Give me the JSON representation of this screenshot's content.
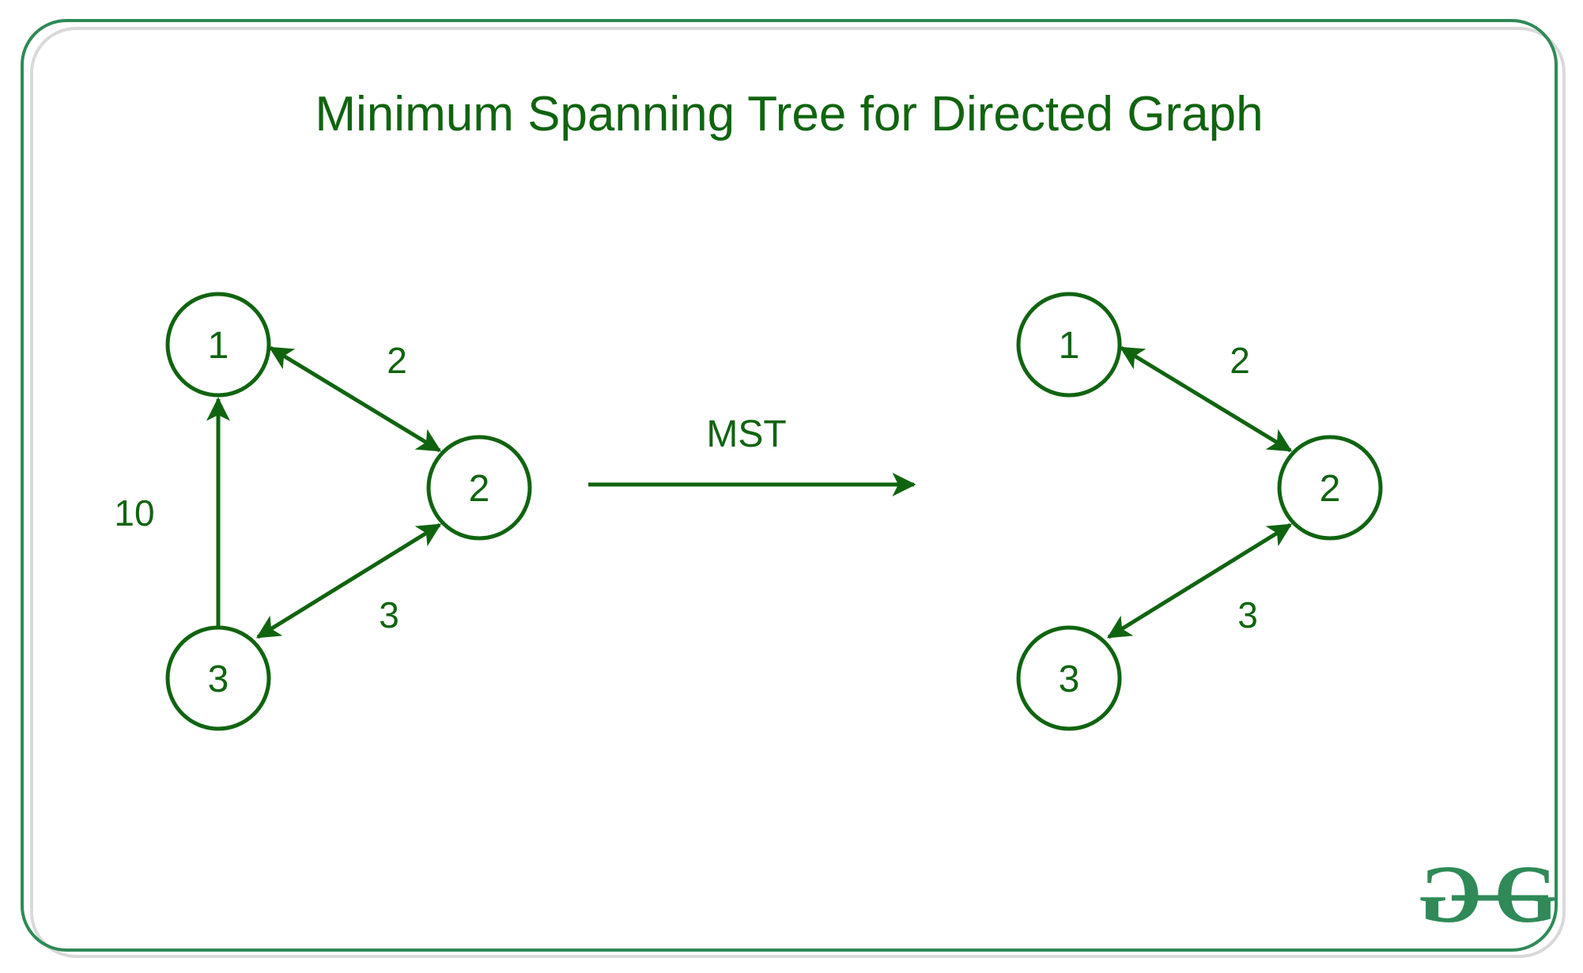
{
  "title": "Minimum Spanning Tree for Directed Graph",
  "arrow_label": "MST",
  "logo": "GG",
  "colors": {
    "stroke": "#106410",
    "frame": "#2f8a57",
    "shadow": "#d9d9d9"
  },
  "left_graph": {
    "nodes": {
      "n1": "1",
      "n2": "2",
      "n3": "3"
    },
    "edges": {
      "e12": "2",
      "e23": "3",
      "e31": "10"
    }
  },
  "right_graph": {
    "nodes": {
      "n1": "1",
      "n2": "2",
      "n3": "3"
    },
    "edges": {
      "e12": "2",
      "e23": "3"
    }
  }
}
